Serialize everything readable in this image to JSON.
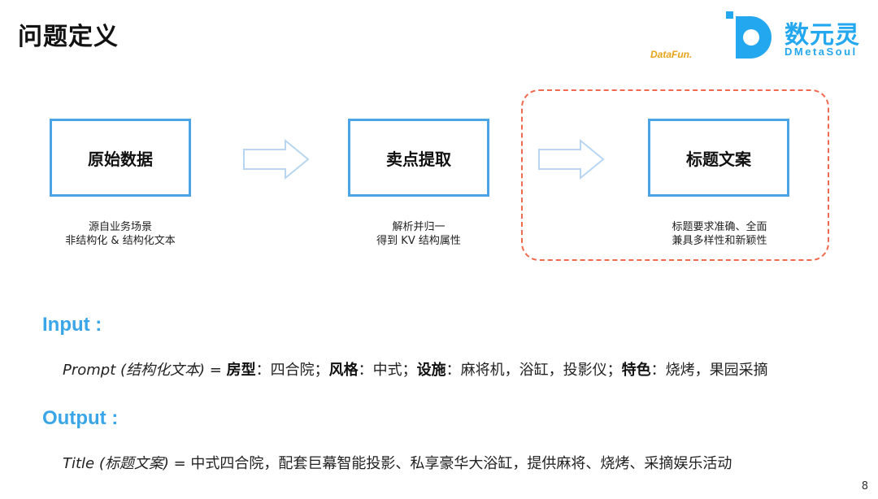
{
  "header": {
    "title": "问题定义",
    "datafun_logo": "DataFun.",
    "brand_name": "数元灵",
    "brand_sub": "DMetaSoul"
  },
  "flow": {
    "steps": [
      {
        "label": "原始数据",
        "caption1": "源自业务场景",
        "caption2": "非结构化 & 结构化文本"
      },
      {
        "label": "卖点提取",
        "caption1": "解析并归一",
        "caption2": "得到 KV 结构属性"
      },
      {
        "label": "标题文案",
        "caption1": "标题要求准确、全面",
        "caption2": "兼具多样性和新颖性"
      }
    ],
    "arrow_color": "#b8d6f2",
    "box_border_color": "#4aa4e6",
    "highlight_color": "#f06a4f"
  },
  "input": {
    "heading": "Input :",
    "prompt_label": "Prompt (结构化文本) = ",
    "k1": "房型",
    "v1": "：四合院；",
    "k2": "风格",
    "v2": "：中式；",
    "k3": "设施",
    "v3": "：麻将机，浴缸，投影仪；",
    "k4": "特色",
    "v4": "：烧烤，果园采摘"
  },
  "output": {
    "heading": "Output :",
    "title_label": "Title (标题文案) = ",
    "title_value": "中式四合院，配套巨幕智能投影、私享豪华大浴缸，提供麻将、烧烤、采摘娱乐活动"
  },
  "footer": {
    "page_number": "8"
  }
}
